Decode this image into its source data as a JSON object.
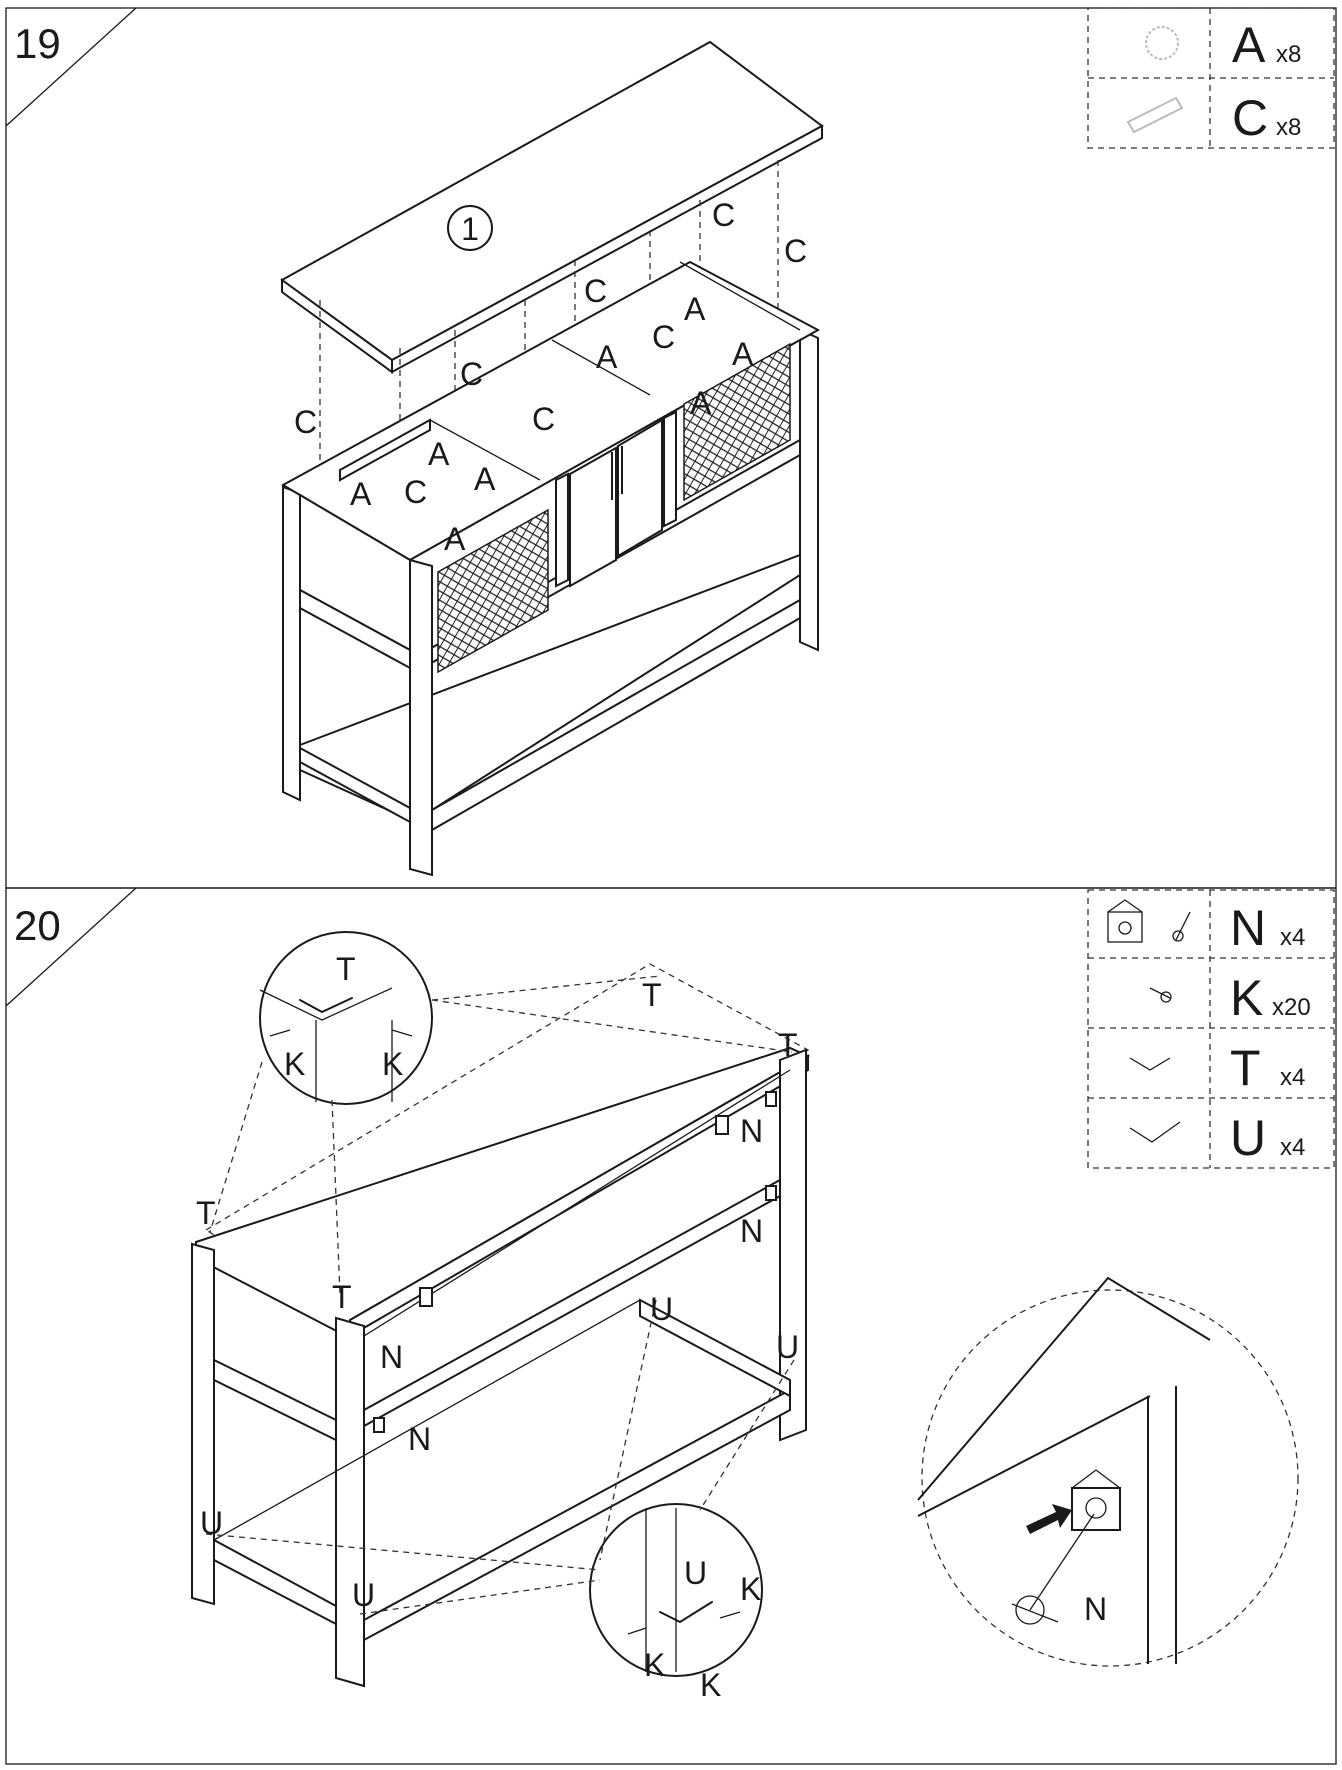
{
  "steps": [
    {
      "number": "19",
      "parts": [
        {
          "letter": "A",
          "qty": "x8",
          "icon": "dowel-icon"
        },
        {
          "letter": "C",
          "qty": "x8",
          "icon": "cam-bolt-icon"
        }
      ],
      "part_label": "1",
      "callouts": {
        "a": "A",
        "c": "C"
      }
    },
    {
      "number": "20",
      "parts": [
        {
          "letter": "N",
          "qty": "x4",
          "icon": "anti-tip-bracket-icon"
        },
        {
          "letter": "K",
          "qty": "x20",
          "icon": "screw-icon"
        },
        {
          "letter": "T",
          "qty": "x4",
          "icon": "small-corner-bracket-icon"
        },
        {
          "letter": "U",
          "qty": "x4",
          "icon": "large-corner-bracket-icon"
        }
      ],
      "callouts": {
        "t": "T",
        "n": "N",
        "u": "U",
        "k": "K"
      }
    }
  ]
}
